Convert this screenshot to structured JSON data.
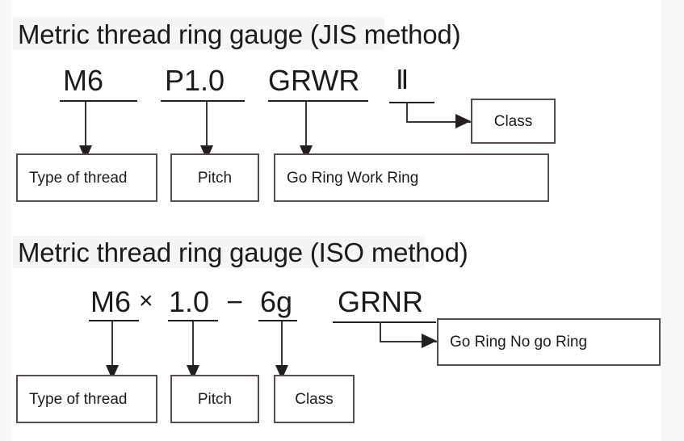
{
  "page": {
    "background": "#f7f7f7",
    "paper": "#ffffff",
    "ink": "#231f20",
    "box_border": "#564c4c"
  },
  "sections": [
    {
      "id": "jis",
      "title": "Metric thread ring gauge (JIS method)",
      "code_parts": [
        {
          "id": "type",
          "text": "M6"
        },
        {
          "id": "pitch",
          "text": "P1.0"
        },
        {
          "id": "gauge",
          "text": "GRWR"
        },
        {
          "id": "class",
          "text": "Ⅱ"
        }
      ],
      "boxes": [
        {
          "id": "type-of-thread",
          "label": "Type of thread"
        },
        {
          "id": "pitch",
          "label": "Pitch"
        },
        {
          "id": "go-ring",
          "label": "Go Ring Work Ring"
        },
        {
          "id": "class",
          "label": "Class"
        }
      ]
    },
    {
      "id": "iso",
      "title": "Metric thread ring gauge (ISO method)",
      "code_parts": [
        {
          "id": "type",
          "text": "M6"
        },
        {
          "id": "times",
          "text": "×"
        },
        {
          "id": "pitch",
          "text": "1.0"
        },
        {
          "id": "dash",
          "text": "−"
        },
        {
          "id": "class",
          "text": "6g"
        },
        {
          "id": "gauge",
          "text": "GRNR"
        }
      ],
      "boxes": [
        {
          "id": "type-of-thread",
          "label": "Type of thread"
        },
        {
          "id": "pitch",
          "label": "Pitch"
        },
        {
          "id": "class",
          "label": "Class"
        },
        {
          "id": "go-ring",
          "label": "Go Ring No go Ring"
        }
      ]
    }
  ]
}
